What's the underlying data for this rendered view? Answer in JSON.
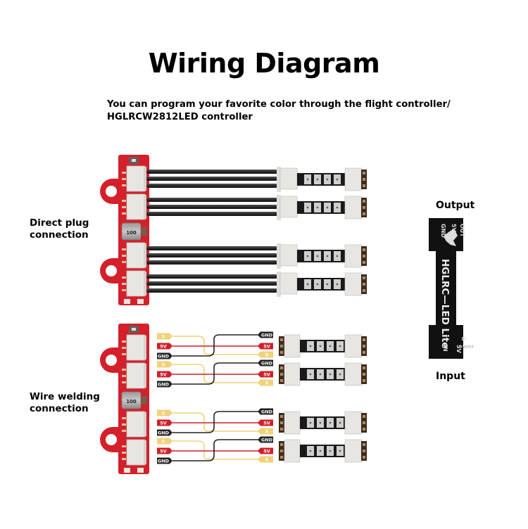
{
  "header": {
    "title": "Wiring Diagram",
    "subtitle_line1": "You can program your favorite color through the flight controller/",
    "subtitle_line2": "HGLRCW2812LED controller"
  },
  "sections": {
    "direct_plug": {
      "line1": "Direct plug",
      "line2": "connection"
    },
    "wire_welding": {
      "line1": "Wire welding",
      "line2": "connection"
    }
  },
  "controller_board": {
    "inductor_label": "100"
  },
  "wire_labels": {
    "signal": "S",
    "power": "5V",
    "ground": "GND"
  },
  "led_lite_board": {
    "output_label": "Output",
    "input_label": "Input",
    "name": "HGLRC—LED Lite",
    "pin_out": "OUT",
    "pin_5v": "5V",
    "pin_gnd": "GND",
    "pin_in": "IN",
    "pin_g": "G",
    "watermark": "ower"
  },
  "colors": {
    "pcb_red": "#d4202a",
    "connector_white": "#e8e6e2",
    "wire_black": "#222222",
    "wire_red": "#d11f2a",
    "wire_yellow": "#f0d27a",
    "led_strip_black": "#1a1a1a",
    "lite_board_black": "#111111"
  }
}
